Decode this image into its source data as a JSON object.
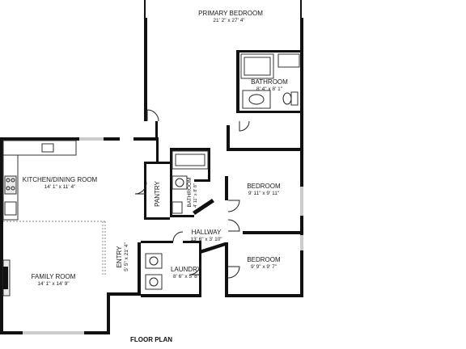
{
  "title": "FLOOR PLAN",
  "rooms": {
    "primary_bedroom": {
      "name": "PRIMARY BEDROOM",
      "size": "21' 2\" x 27' 4\""
    },
    "primary_bathroom": {
      "name": "BATHROOM",
      "size": "8' 4\" x 8' 1\""
    },
    "kitchen_dining": {
      "name": "KITCHEN/DINING ROOM",
      "size": "14' 1\" x 11' 4\""
    },
    "pantry": {
      "name": "PANTRY"
    },
    "hall_bathroom": {
      "name": "BATHROOM",
      "size": "4' 11\" x 8' 8\""
    },
    "bedroom_2": {
      "name": "BEDROOM",
      "size": "9' 11\" x 9' 11\""
    },
    "hallway": {
      "name": "HALLWAY",
      "size": "13' 6\" x 3' 10\""
    },
    "entry": {
      "name": "ENTRY",
      "size": "5' 5\" x 21' 4\""
    },
    "laundry": {
      "name": "LAUNDRY",
      "size": "8' 6\" x 5' 8\""
    },
    "bedroom_3": {
      "name": "BEDROOM",
      "size": "9' 9\" x 9' 7\""
    },
    "family_room": {
      "name": "FAMILY ROOM",
      "size": "14' 1\" x 14' 9\""
    }
  }
}
